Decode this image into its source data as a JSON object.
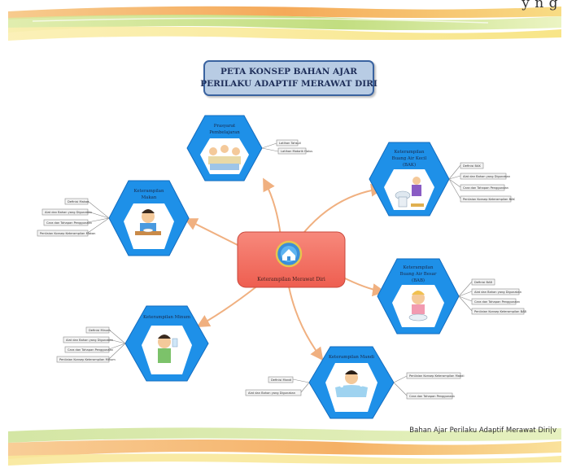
{
  "header": {
    "trail_text": "y   n   g"
  },
  "title": {
    "line1": "PETA KONSEP BAHAN AJAR",
    "line2": "PERILAKU ADAPTIF MERAWAT DIRI"
  },
  "center": {
    "label": "Keterampilan Merawat Diri"
  },
  "nodes": {
    "prasyarat": {
      "title1": "Prasyarat",
      "title2": "Pembelajaran",
      "leaves": [
        "Latihan Tahsuli",
        "Latihan Motorik Halus"
      ]
    },
    "bak": {
      "title1": "Keterampilan",
      "title2": "Buang Air Kecil",
      "title3": "(BAK)",
      "leaves": [
        "Definisi BAK",
        "Alat dan Bahan yang Digunakan",
        "Cara dan Tahapan Penggunaan",
        "Penilaian Konsep Keterampilan BAK"
      ]
    },
    "makan": {
      "title1": "Keterampilan",
      "title2": "Makan",
      "leaves": [
        "Definisi Makan",
        "Alat dan Bahan yang Digunakan",
        "Cara dan Tahapan Penggunaan",
        "Penilaian Konsep Keterampilan Makan"
      ]
    },
    "bab": {
      "title1": "Keterampilan",
      "title2": "Buang Air Besar",
      "title3": "(BAB)",
      "leaves": [
        "Definisi BAB",
        "Alat dan Bahan yang Digunakan",
        "Cara dan Tahapan Penggunaan",
        "Penilaian Konsep Keterampilan BAB"
      ]
    },
    "minum": {
      "title1": "Keterampilan Minum",
      "leaves": [
        "Definisi Minum",
        "Alat dan Bahan yang Digunakan",
        "Cara dan Tahapan Penggunaan",
        "Penilaian Konsep Keterampilan Minum"
      ]
    },
    "mandi": {
      "title1": "Keterampilan Mandi",
      "leaves_left": [
        "Definisi Mandi",
        "Alat dan Bahan yang Digunakan"
      ],
      "leaves_right": [
        "Penilaian Konsep Keterampilan Mandi",
        "Cara dan Tahapan Penggunaan"
      ]
    }
  },
  "footer": {
    "text": "Bahan Ajar Perilaku Adaptif Merawat Diri|v"
  },
  "colors": {
    "hex_fill": "#1e90e8",
    "hex_inner": "#ffffff",
    "center_fill": "#f26b5e",
    "arrow": "#f0b080",
    "title_fill": "#b8cce4",
    "title_border": "#3a63a0",
    "band_orange": "#f5a623",
    "band_green": "#b8d86a",
    "band_yellow": "#f7e27a"
  }
}
